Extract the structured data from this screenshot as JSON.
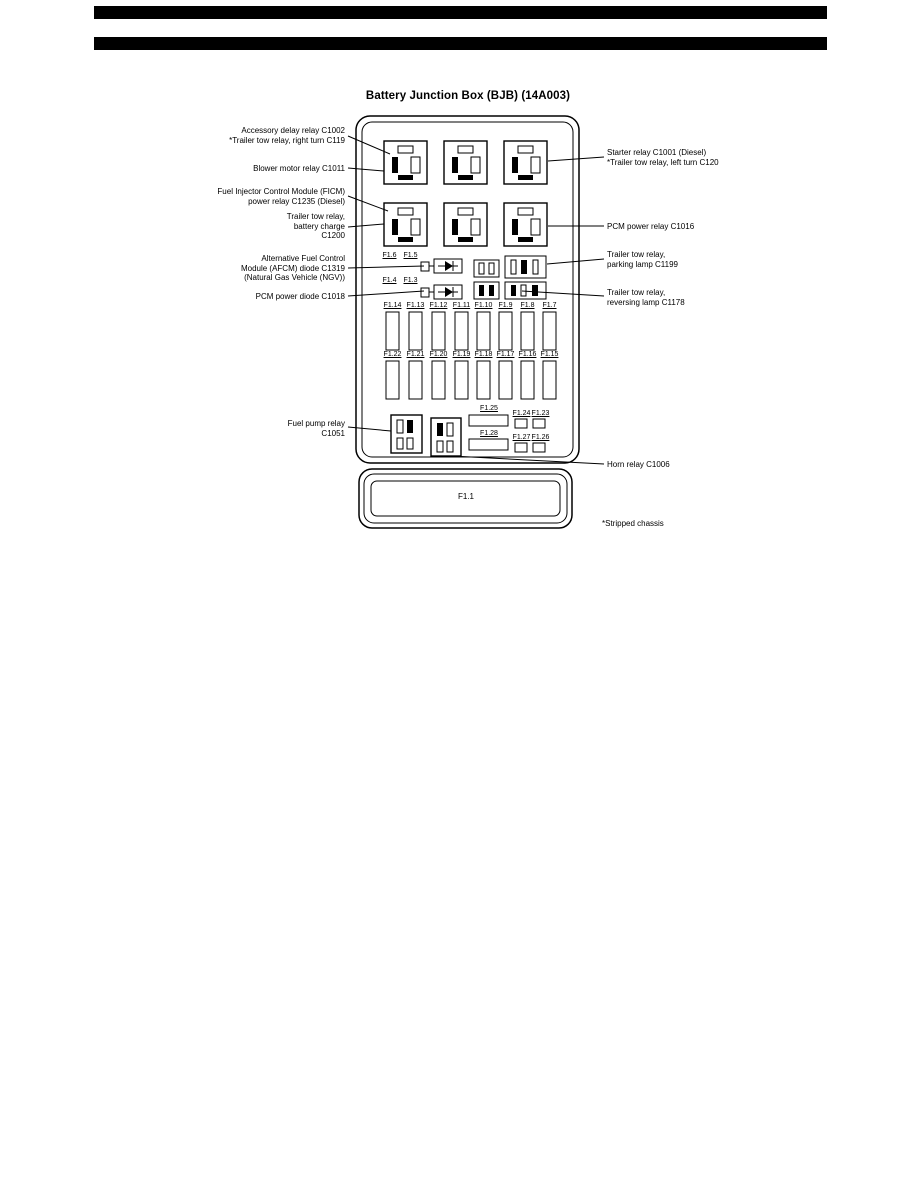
{
  "title": "Battery Junction Box (BJB) (14A003)",
  "callouts": {
    "left": [
      "Accessory delay relay C1002\n*Trailer tow relay, right turn C119",
      "Blower motor relay C1011",
      "Fuel Injector Control Module (FICM)\npower relay C1235 (Diesel)",
      "Trailer tow relay,\nbattery charge\nC1200",
      "Alternative Fuel Control\nModule (AFCM) diode C1319\n(Natural Gas Vehicle (NGV))",
      "PCM power diode C1018",
      "Fuel pump relay\nC1051"
    ],
    "right": [
      "Starter relay C1001 (Diesel)\n*Trailer tow relay, left turn C120",
      "PCM power relay C1016",
      "Trailer tow relay,\nparking lamp C1199",
      "Trailer tow relay,\nreversing lamp C1178",
      "Horn relay C1006",
      "*Stripped chassis"
    ]
  },
  "fuses": {
    "row_a": [
      "F1.6",
      "F1.5"
    ],
    "row_b": [
      "F1.4",
      "F1.3"
    ],
    "row_c": [
      "F1.14",
      "F1.13",
      "F1.12",
      "F1.11",
      "F1.10",
      "F1.9",
      "F1.8",
      "F1.7"
    ],
    "row_d": [
      "F1.22",
      "F1.21",
      "F1.20",
      "F1.19",
      "F1.18",
      "F1.17",
      "F1.16",
      "F1.15"
    ],
    "wide_top": "F1.25",
    "small_top": [
      "F1.24",
      "F1.23"
    ],
    "wide_bottom": "F1.28",
    "small_bottom": [
      "F1.27",
      "F1.26"
    ],
    "main": "F1.1"
  }
}
